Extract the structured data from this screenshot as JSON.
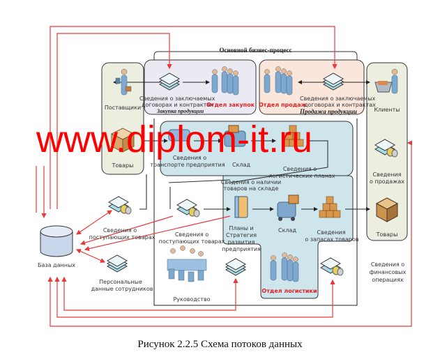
{
  "diagram": {
    "main_process_title": "Основной бизнес-процесс",
    "purchase_block": {
      "doc_label_line1": "Сведения о заключаемых",
      "doc_label_line2": "договорах и контрактах",
      "process_name": "Закупка продукции",
      "department": "Отдел закупок"
    },
    "sales_block": {
      "doc_label_line1": "Сведения о заключаемых",
      "doc_label_line2": "договорах и контрактах",
      "process_name": "Продажа продукции",
      "department": "Отдел продаж"
    },
    "suppliers_lane": {
      "suppliers": "Поставщики",
      "goods": "Товары"
    },
    "clients_lane": {
      "clients": "Клиенты",
      "sales_info_line1": "Сведения",
      "sales_info_line2": "о продажах",
      "goods": "Товары"
    },
    "logistics_block": {
      "transport_line1": "Сведения о",
      "transport_line2": "транспорте предприятия",
      "warehouse_top": "Склад",
      "logistic_plans_line1": "Сведения о",
      "logistic_plans_line2": "логистических  планах",
      "stock_avail_line1": "Сведения о наличии",
      "stock_avail_line2": "товаров на складе",
      "plans_line1": "Планы и",
      "plans_line2": "Стратегия",
      "plans_line3": "развития",
      "plans_line4": "предприятия",
      "warehouse_bottom": "Склад",
      "stock_info_line1": "Сведения",
      "stock_info_line2": "о запасах товаров",
      "department": "Отдел логистики"
    },
    "incoming_goods_inner_line1": "Сведения о",
    "incoming_goods_inner_line2": "поступающих товарах",
    "management": "Руководство",
    "left_side": {
      "incoming_goods_line1": "Сведения о",
      "incoming_goods_line2": "поступающих товарах",
      "database": "База данных",
      "personnel_line1": "Персональные",
      "personnel_line2": "данные сотрудников"
    },
    "financial_line1": "Сведения о",
    "financial_line2": "финансовых",
    "financial_line3": "операциях",
    "watermark": "www.diplom-it.ru",
    "caption": "Рисунок 2.2.5 Схема потоков данных",
    "colors": {
      "flow_red": "#e8393a",
      "purchase_bg": "#ebe9f1",
      "sales_bg": "#fbe6dc",
      "lane_bg": "#eceee0",
      "logistics_bg": "#cfe5ec",
      "watermark": "#ff0000"
    }
  }
}
